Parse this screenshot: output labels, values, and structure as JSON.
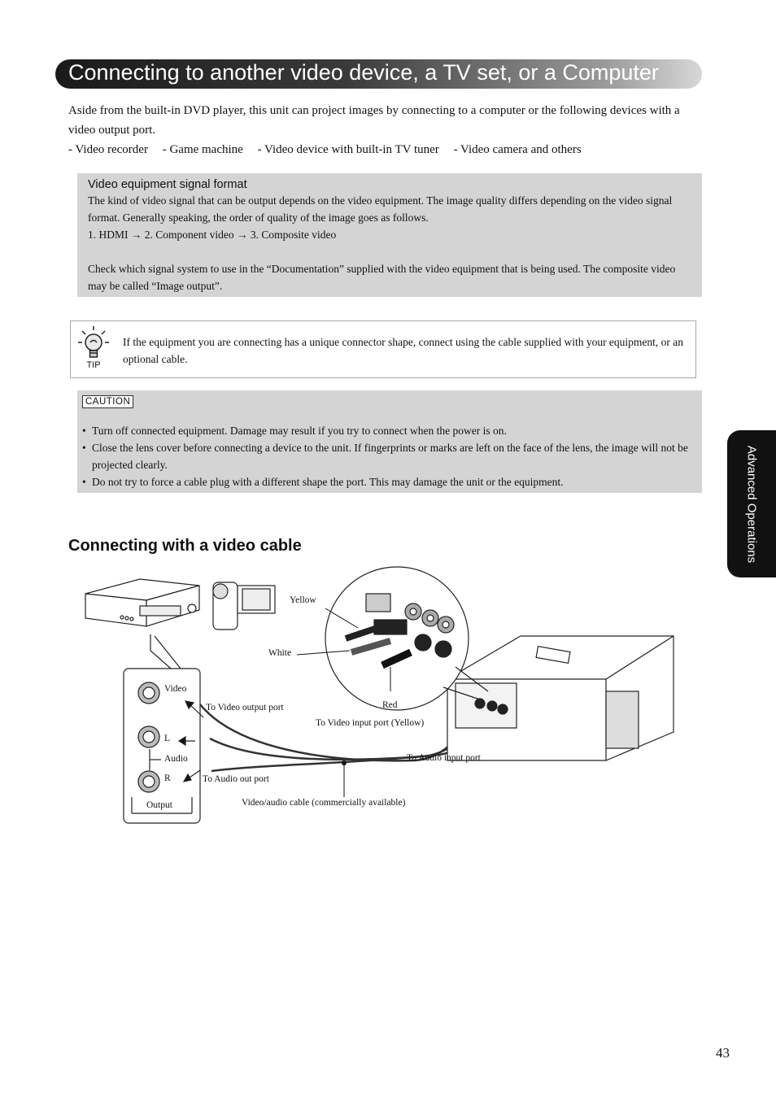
{
  "header": {
    "title": "Connecting to another video device, a TV set, or a Computer"
  },
  "intro": {
    "paragraph": "Aside from the built-in DVD player, this unit can project images by connecting to a computer or the following devices with a video output port.",
    "devices": [
      "- Video recorder",
      "- Game machine",
      "- Video device with built-in TV tuner",
      "- Video camera and others"
    ]
  },
  "signal_box": {
    "heading": "Video equipment signal format",
    "p1": "The kind of video signal that can be output depends on the video equipment. The image quality differs depending on the video signal format. Generally speaking, the order of quality of the image goes as follows.",
    "p2": "1. HDMI → 2.  Component video → 3.  Composite video",
    "p3": "Check which signal system to use in the “Documentation” supplied with the video equipment that is being used. The composite video may be called “Image output”."
  },
  "tip": {
    "icon_label": "TIP",
    "text": "If the equipment you are connecting has a unique connector shape, connect using the cable supplied with your equipment, or an optional cable."
  },
  "caution": {
    "badge": "CAUTION",
    "items": [
      "Turn off connected equipment. Damage may result if you try to connect when the power is on.",
      "Close the lens cover before connecting a device to the unit. If fingerprints or marks are left on the face of the lens, the image will not be projected clearly.",
      "Do not try to force a cable plug with a different shape the port. This may damage the unit or the equipment."
    ]
  },
  "side_tab": {
    "label": "Advanced Operations"
  },
  "section": {
    "heading": "Connecting with a video cable"
  },
  "diagram": {
    "labels": {
      "video": "Video",
      "l": "L",
      "audio": "Audio",
      "r": "R",
      "output": "Output",
      "to_video_output": "To Video output port",
      "to_audio_out": "To Audio out port",
      "yellow": "Yellow",
      "white": "White",
      "red": "Red",
      "to_video_input": "To Video input port (Yellow)",
      "to_audio_input": "To Audio input port",
      "cable": "Video/audio cable (commercially available)"
    }
  },
  "footer": {
    "page_number": "43"
  },
  "colors": {
    "grey_box": "#d4d4d4",
    "tab": "#111111"
  }
}
